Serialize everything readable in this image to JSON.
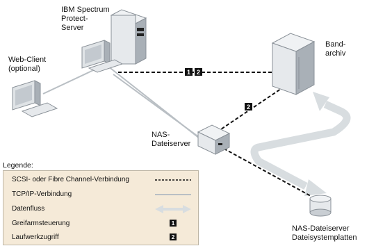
{
  "labels": {
    "server": "IBM Spectrum\nProtect-\nServer",
    "web_client": "Web-Client\n(optional)",
    "tape_library": "Band-\narchiv",
    "nas_server": "NAS-\nDateiserver",
    "nas_disks": "NAS-Dateiserver\nDateisystemplatten"
  },
  "connection_badges": {
    "server_library_1": "1",
    "server_library_2": "2",
    "nas_library_2": "2"
  },
  "legend": {
    "title": "Legende:",
    "items": [
      {
        "label": "SCSI- oder Fibre Channel-Verbindung",
        "symbol": "dashed-line"
      },
      {
        "label": "TCP/IP-Verbindung",
        "symbol": "solid-line"
      },
      {
        "label": "Datenfluss",
        "symbol": "double-arrow"
      },
      {
        "label": "Greifarmsteuerung",
        "symbol": "badge",
        "badge": "1"
      },
      {
        "label": "Laufwerkzugriff",
        "symbol": "badge",
        "badge": "2"
      }
    ]
  },
  "colors": {
    "dataflow": "#d8dde0",
    "device_light": "#e6e9ec",
    "device_mid": "#c9ced3",
    "device_dark": "#a9b0b7",
    "legend_bg": "#f5ead8"
  }
}
